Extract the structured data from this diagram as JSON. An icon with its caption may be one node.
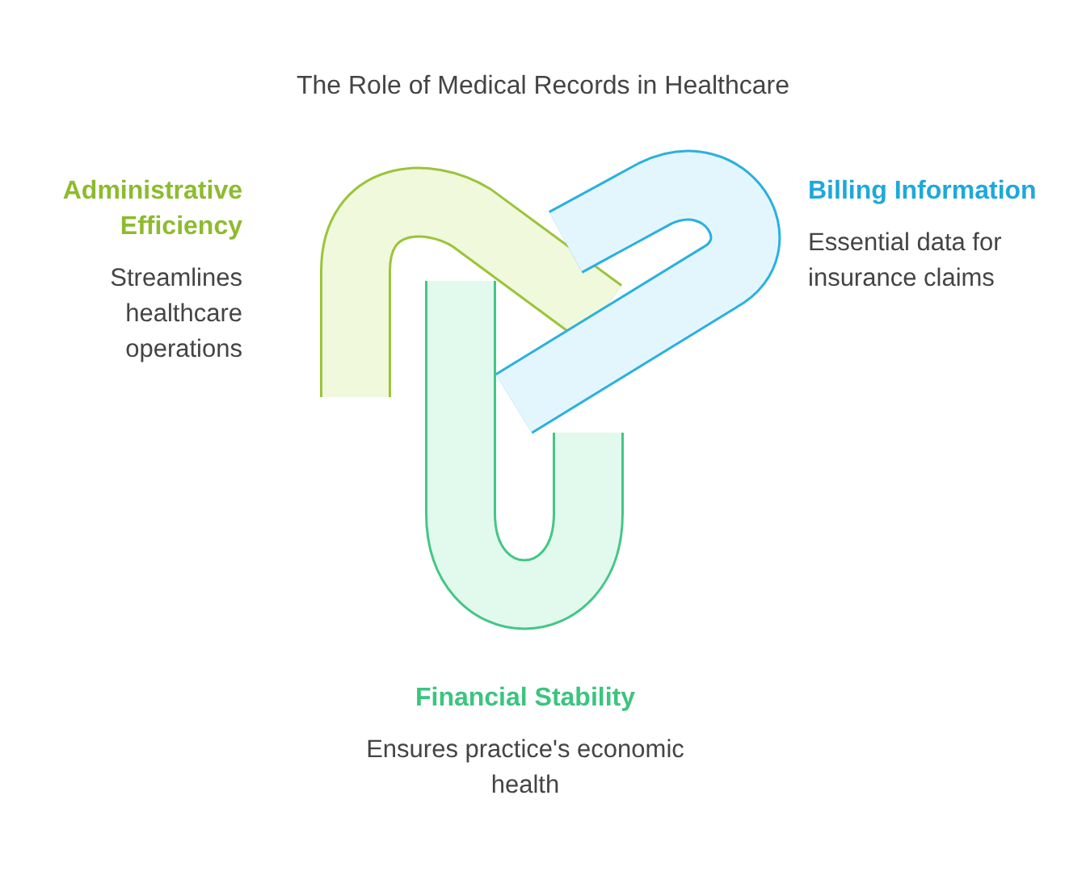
{
  "diagram": {
    "title": "The Role of Medical Records in Healthcare",
    "nodes": [
      {
        "text": [
          "Administrative Efficiency",
          "Streamlines healthcare operations"
        ]
      },
      {
        "text": [
          "Billing Information",
          "Essential data for insurance claims"
        ]
      },
      {
        "text": [
          "Financial Stability",
          "Ensures practice's economic health"
        ]
      }
    ]
  }
}
